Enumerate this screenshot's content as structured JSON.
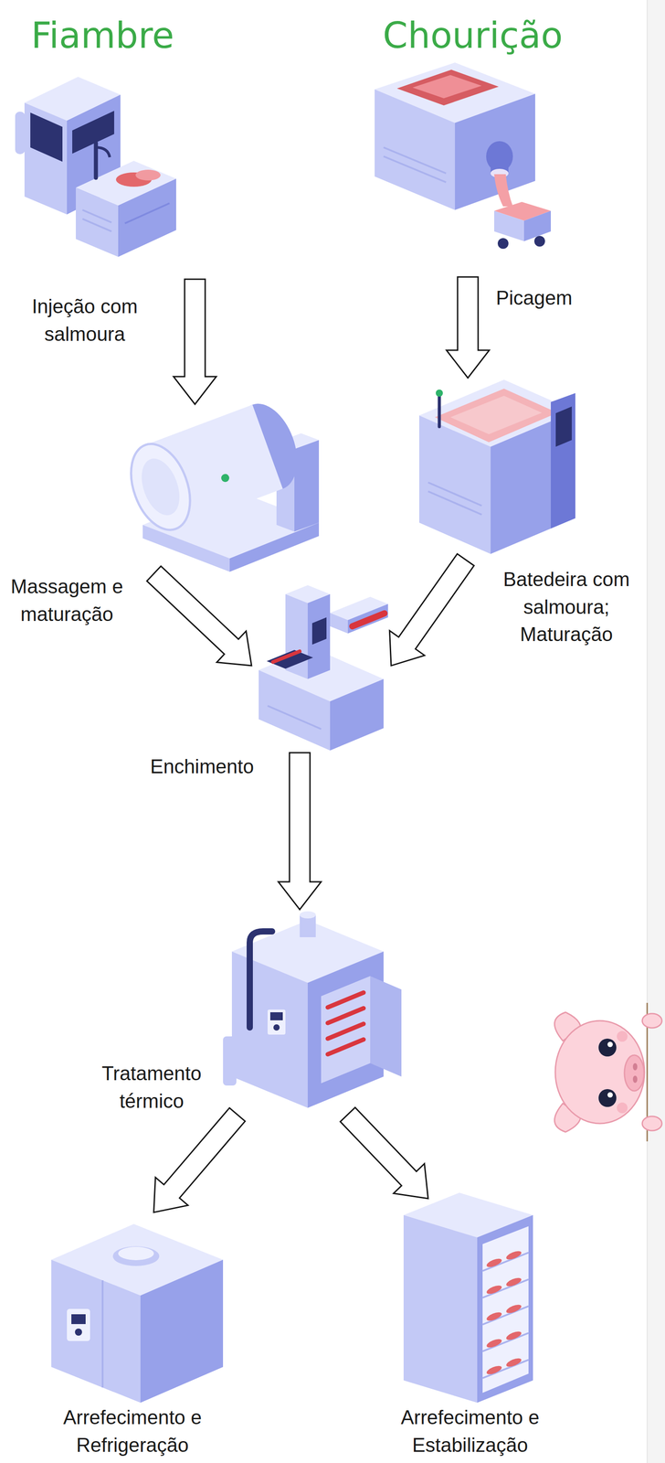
{
  "diagram": {
    "nodes": [
      {
        "text": [
          "Injeção com salmoura"
        ]
      },
      {
        "text": [
          "Picagem"
        ]
      },
      {
        "text": [
          "Massagem e maturação"
        ]
      },
      {
        "text": [
          "Batedeira com salmoura; Maturação"
        ]
      },
      {
        "text": [
          "Enchimento"
        ]
      },
      {
        "text": [
          "Tratamento térmico"
        ]
      },
      {
        "text": [
          "Arrefecimento e Refrigeração"
        ]
      },
      {
        "text": [
          "Arrefecimento e Estabilização"
        ]
      }
    ],
    "edges": [
      {
        "from": 0,
        "to": 2,
        "arrow": "to"
      },
      {
        "from": 1,
        "to": 3,
        "arrow": "to"
      },
      {
        "from": 2,
        "to": 4,
        "arrow": "to"
      },
      {
        "from": 3,
        "to": 4,
        "arrow": "to"
      },
      {
        "from": 4,
        "to": 5,
        "arrow": "to"
      },
      {
        "from": 5,
        "to": 6,
        "arrow": "to"
      },
      {
        "from": 5,
        "to": 7,
        "arrow": "to"
      }
    ],
    "labels": [
      "Fiambre",
      "Chourição"
    ]
  }
}
